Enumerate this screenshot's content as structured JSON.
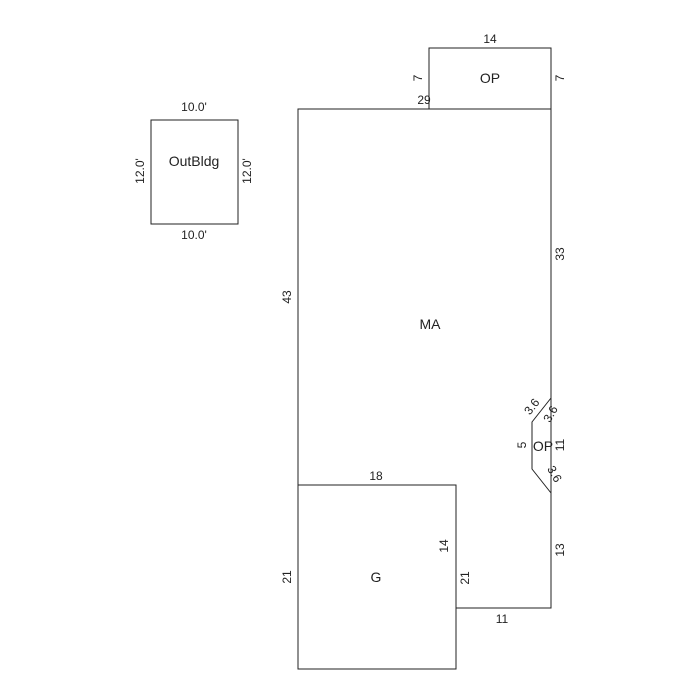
{
  "outbuilding": {
    "label": "OutBldg",
    "top": "10.0'",
    "bottom": "10.0'",
    "left": "12.0'",
    "right": "12.0'"
  },
  "main": {
    "label": "MA",
    "left": "43",
    "top": "29",
    "right_upper": "33",
    "right_lower": "13",
    "bottom": "11"
  },
  "porch_top": {
    "label": "OP",
    "top": "14",
    "left": "7",
    "right": "7"
  },
  "porch_side": {
    "label": "OP",
    "edge_a": "3.6",
    "edge_b": "3.6",
    "edge_c": "3.6",
    "depth": "5",
    "width": "11"
  },
  "garage": {
    "label": "G",
    "top": "18",
    "left": "21",
    "right_outer": "21",
    "right_inner": "14"
  }
}
